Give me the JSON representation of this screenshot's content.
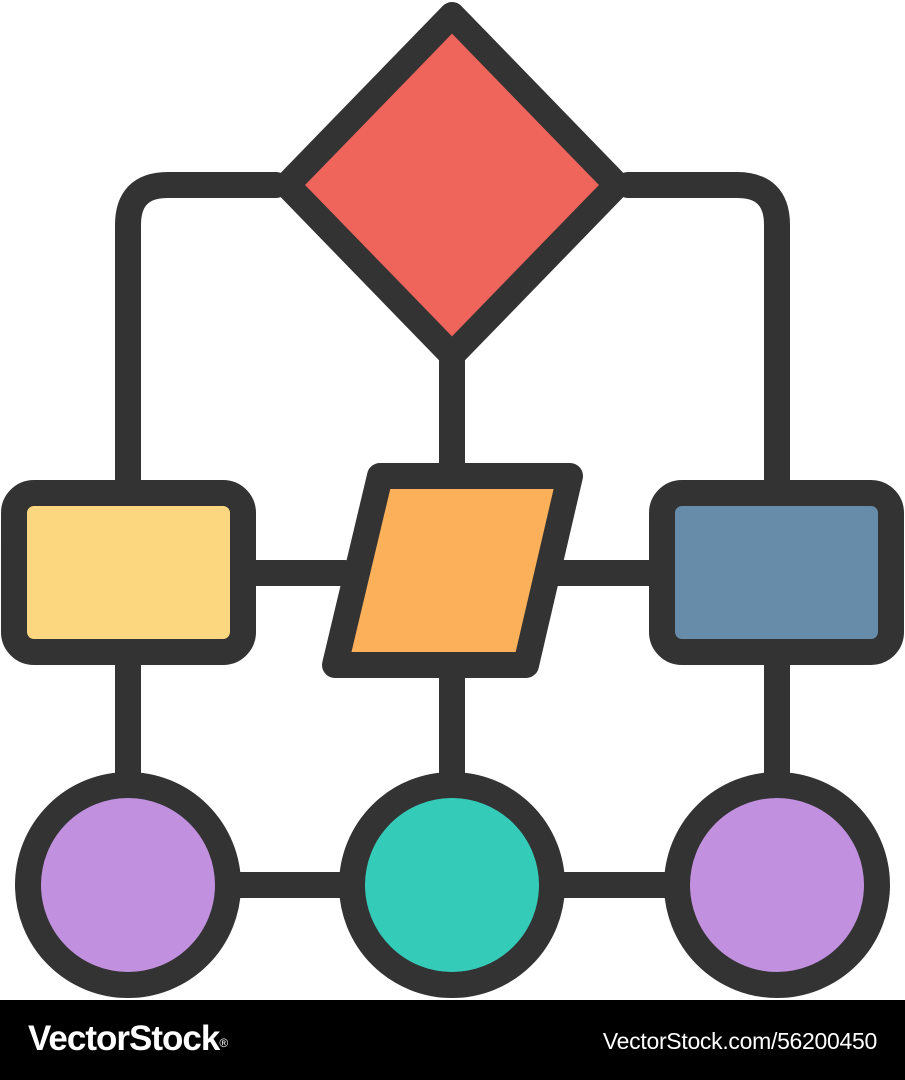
{
  "diagram": {
    "outline_color": "#333333",
    "nodes": [
      {
        "id": "decision",
        "shape": "diamond",
        "color": "#ef645b"
      },
      {
        "id": "process-left",
        "shape": "rounded-rectangle",
        "color": "#fdd77f"
      },
      {
        "id": "data-center",
        "shape": "parallelogram",
        "color": "#fdb05a"
      },
      {
        "id": "process-right",
        "shape": "rounded-rectangle",
        "color": "#668caa"
      },
      {
        "id": "terminal-left",
        "shape": "circle",
        "color": "#c190de"
      },
      {
        "id": "terminal-center",
        "shape": "circle",
        "color": "#34ccb9"
      },
      {
        "id": "terminal-right",
        "shape": "circle",
        "color": "#c190de"
      }
    ]
  },
  "footer": {
    "brand": "VectorStock",
    "brand_mark": "®",
    "image_id": "VectorStock.com/56200450",
    "background": "#000000",
    "text_color": "#ffffff"
  }
}
